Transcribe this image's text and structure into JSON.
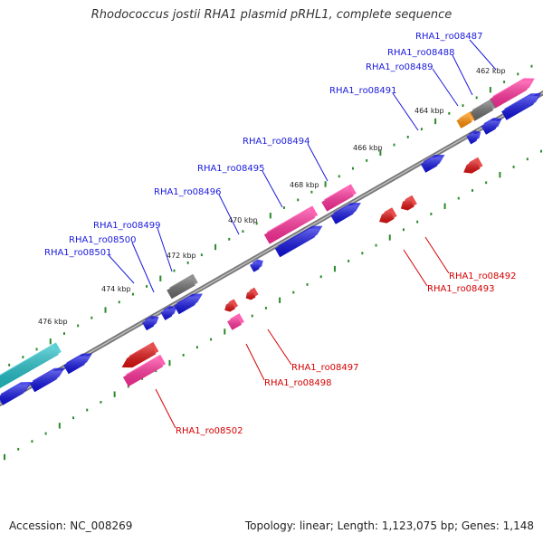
{
  "title": "Rhodococcus jostii RHA1 plasmid pRHL1, complete sequence",
  "footer": {
    "accession": "Accession: NC_008269",
    "summary": "Topology: linear; Length: 1,123,075 bp; Genes: 1,148"
  },
  "colors": {
    "forward_cds": "#1010e0",
    "reverse_cds": "#e01010",
    "rna": "#ff2e99",
    "pseudo": "#6a6a6a",
    "orange": "#ff8c00",
    "cyan": "#20c0c8",
    "backbone": "#7a7a7a",
    "ticks": "#2a8a2a",
    "fwd_label": "#1a1adc",
    "rev_label": "#d40000"
  },
  "kbp_labels": [
    "462 kbp",
    "464 kbp",
    "466 kbp",
    "468 kbp",
    "470 kbp",
    "472 kbp",
    "474 kbp",
    "476 kbp"
  ],
  "forward_gene_labels": [
    "RHA1_ro08487",
    "RHA1_ro08488",
    "RHA1_ro08489",
    "RHA1_ro08491",
    "RHA1_ro08494",
    "RHA1_ro08495",
    "RHA1_ro08496",
    "RHA1_ro08499",
    "RHA1_ro08500",
    "RHA1_ro08501"
  ],
  "reverse_gene_labels": [
    "RHA1_ro08492",
    "RHA1_ro08493",
    "RHA1_ro08497",
    "RHA1_ro08498",
    "RHA1_ro08502"
  ]
}
